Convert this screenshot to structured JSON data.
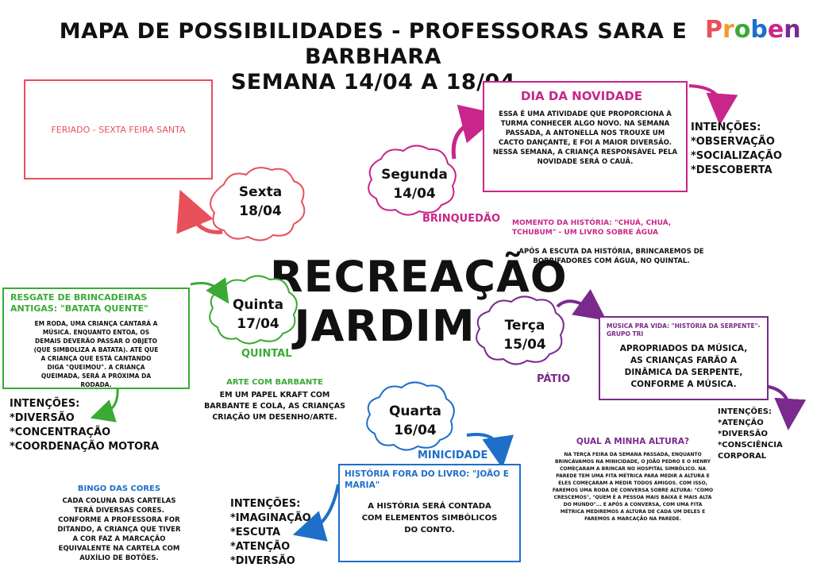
{
  "header": {
    "title_line1": "MAPA DE POSSIBILIDADES - PROFESSORAS SARA E BARBHARA",
    "title_line2": "SEMANA 14/04 A 18/04",
    "logo": "Proben"
  },
  "center": {
    "line1": "RECREAÇÃO",
    "line2": "JARDIM I"
  },
  "days": {
    "sexta": {
      "name": "Sexta",
      "date": "18/04"
    },
    "segunda": {
      "name": "Segunda",
      "date": "14/04",
      "place": "BRINQUEDÃO"
    },
    "quinta": {
      "name": "Quinta",
      "date": "17/04",
      "place": "QUINTAL"
    },
    "terca": {
      "name": "Terça",
      "date": "15/04",
      "place": "PÁTIO"
    },
    "quarta": {
      "name": "Quarta",
      "date": "16/04",
      "place": "MINICIDADE"
    }
  },
  "feriado": {
    "text": "FERIADO - SEXTA FEIRA SANTA"
  },
  "novidade": {
    "title": "DIA DA NOVIDADE",
    "body": "ESSA É UMA ATIVIDADE QUE PROPORCIONA À TURMA CONHECER ALGO NOVO. NA SEMANA PASSADA, A ANTONELLA NOS TROUXE UM CACTO DANÇANTE, E FOI A MAIOR DIVERSÃO. NESSA SEMANA, A CRIANÇA RESPONSÁVEL PELA NOVIDADE SERÁ O CAUÃ.",
    "intencoes_title": "INTENÇÕES:",
    "intencoes": [
      "*OBSERVAÇÃO",
      "*SOCIALIZAÇÃO",
      "*DESCOBERTA"
    ]
  },
  "historia_momento": {
    "title": "MOMENTO DA HISTÓRIA: \"CHUÁ, CHUÁ, TCHUBUM\" - UM LIVRO SOBRE ÁGUA",
    "body": "APÓS A ESCUTA DA HISTÓRIA, BRINCAREMOS DE BORRIFADORES COM ÁGUA, NO QUINTAL."
  },
  "resgate": {
    "title": "RESGATE DE BRINCADEIRAS ANTIGAS: \"BATATA QUENTE\"",
    "body": "EM RODA, UMA CRIANÇA CANTARÁ A MÚSICA. ENQUANTO ENTOA, OS DEMAIS DEVERÃO PASSAR O OBJETO (QUE SIMBOLIZA A BATATA). ATÉ QUE A CRIANÇA QUE ESTÁ CANTANDO DIGA \"QUEIMOU\". A CRIANÇA QUEIMADA, SERÁ A PRÓXIMA DA RODADA.",
    "intencoes_title": "INTENÇÕES:",
    "intencoes": [
      "*DIVERSÃO",
      "*CONCENTRAÇÃO",
      "*COORDENAÇÃO MOTORA"
    ]
  },
  "arte": {
    "title": "ARTE COM BARBANTE",
    "body": "EM UM PAPEL KRAFT COM BARBANTE E COLA, AS CRIANÇAS CRIAÇÃO UM DESENHO/ARTE."
  },
  "musica": {
    "title": "MÚSICA PRA VIDA: \"HISTÓRIA DA SERPENTE\"- GRUPO TRI",
    "body": "APROPRIADOS DA MÚSICA, AS CRIANÇAS FARÃO A DINÂMICA DA SERPENTE, CONFORME A MÚSICA.",
    "intencoes_title": "INTENÇÕES:",
    "intencoes": [
      "*ATENÇÃO",
      "*DIVERSÃO",
      "*CONSCIÊNCIA CORPORAL"
    ]
  },
  "altura": {
    "title": "QUAL A MINHA ALTURA?",
    "body": "NA TERÇA FEIRA DA SEMANA PASSADA, ENQUANTO BRINCÁVAMOS NA MINICIDADE, O JOÃO PEDRO E O HENRY COMEÇARAM A BRINCAR NO HOSPITAL SIMBÓLICO. NA PAREDE TEM UMA FITA MÉTRICA PARA MEDIR A ALTURA E ELES COMEÇARAM A MEDIR TODOS AMIGOS. COM ISSO, FAREMOS UMA RODA DE CONVERSA SOBRE ALTURA: \"COMO CRESCEMOS\", \"QUEM É A PESSOA MAIS BAIXA E MAIS ALTA DO MUNDO\"... E APÓS A CONVERSA, COM UMA FITA MÉTRICA MEDIREMOS A ALTURA DE CADA UM DELES E FAREMOS A MARCAÇÃO NA PAREDE."
  },
  "bingo": {
    "title": "BINGO DAS CORES",
    "body": "CADA COLUNA DAS CARTELAS TERÁ DIVERSAS CORES. CONFORME A PROFESSORA FOR DITANDO, A CRIANÇA QUE TIVER A COR FAZ A MARCAÇÃO EQUIVALENTE NA CARTELA COM AUXÍLIO DE BOTÕES."
  },
  "conto": {
    "title": "HISTÓRIA FORA DO LIVRO: \"JOÃO E MARIA\"",
    "body": "A HISTÓRIA SERÁ CONTADA COM ELEMENTOS SIMBÓLICOS DO CONTO.",
    "intencoes_title": "INTENÇÕES:",
    "intencoes": [
      "*IMAGINAÇÃO",
      "*ESCUTA",
      "*ATENÇÃO",
      "*DIVERSÃO"
    ]
  },
  "colors": {
    "red": "#e8505b",
    "magenta": "#c8268a",
    "green": "#3aaa35",
    "purple": "#7a2a8c",
    "blue": "#1e6fc9",
    "logo_p": "#e8505b"
  }
}
